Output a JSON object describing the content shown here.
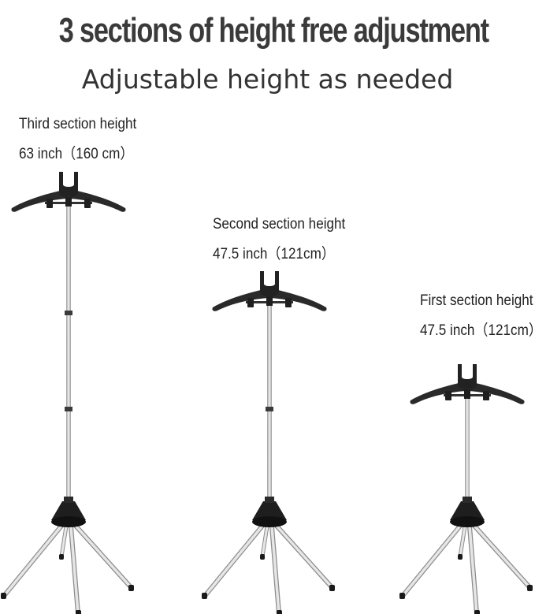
{
  "headline": {
    "title": "3 sections of height free adjustment",
    "subtitle": "Adjustable height as needed"
  },
  "stands": [
    {
      "name": "Third section height",
      "measure": "63 inch（160 cm）"
    },
    {
      "name": "Second section height",
      "measure": "47.5 inch（121cm）"
    },
    {
      "name": "First section height",
      "measure": "47.5 inch（121cm）"
    }
  ],
  "colors": {
    "title": "#3a3a3a",
    "hanger": "#2a2a2a",
    "pole": "#d4d4d4",
    "pole_edge": "#8c8c8c",
    "base": "#1e1e1e"
  }
}
